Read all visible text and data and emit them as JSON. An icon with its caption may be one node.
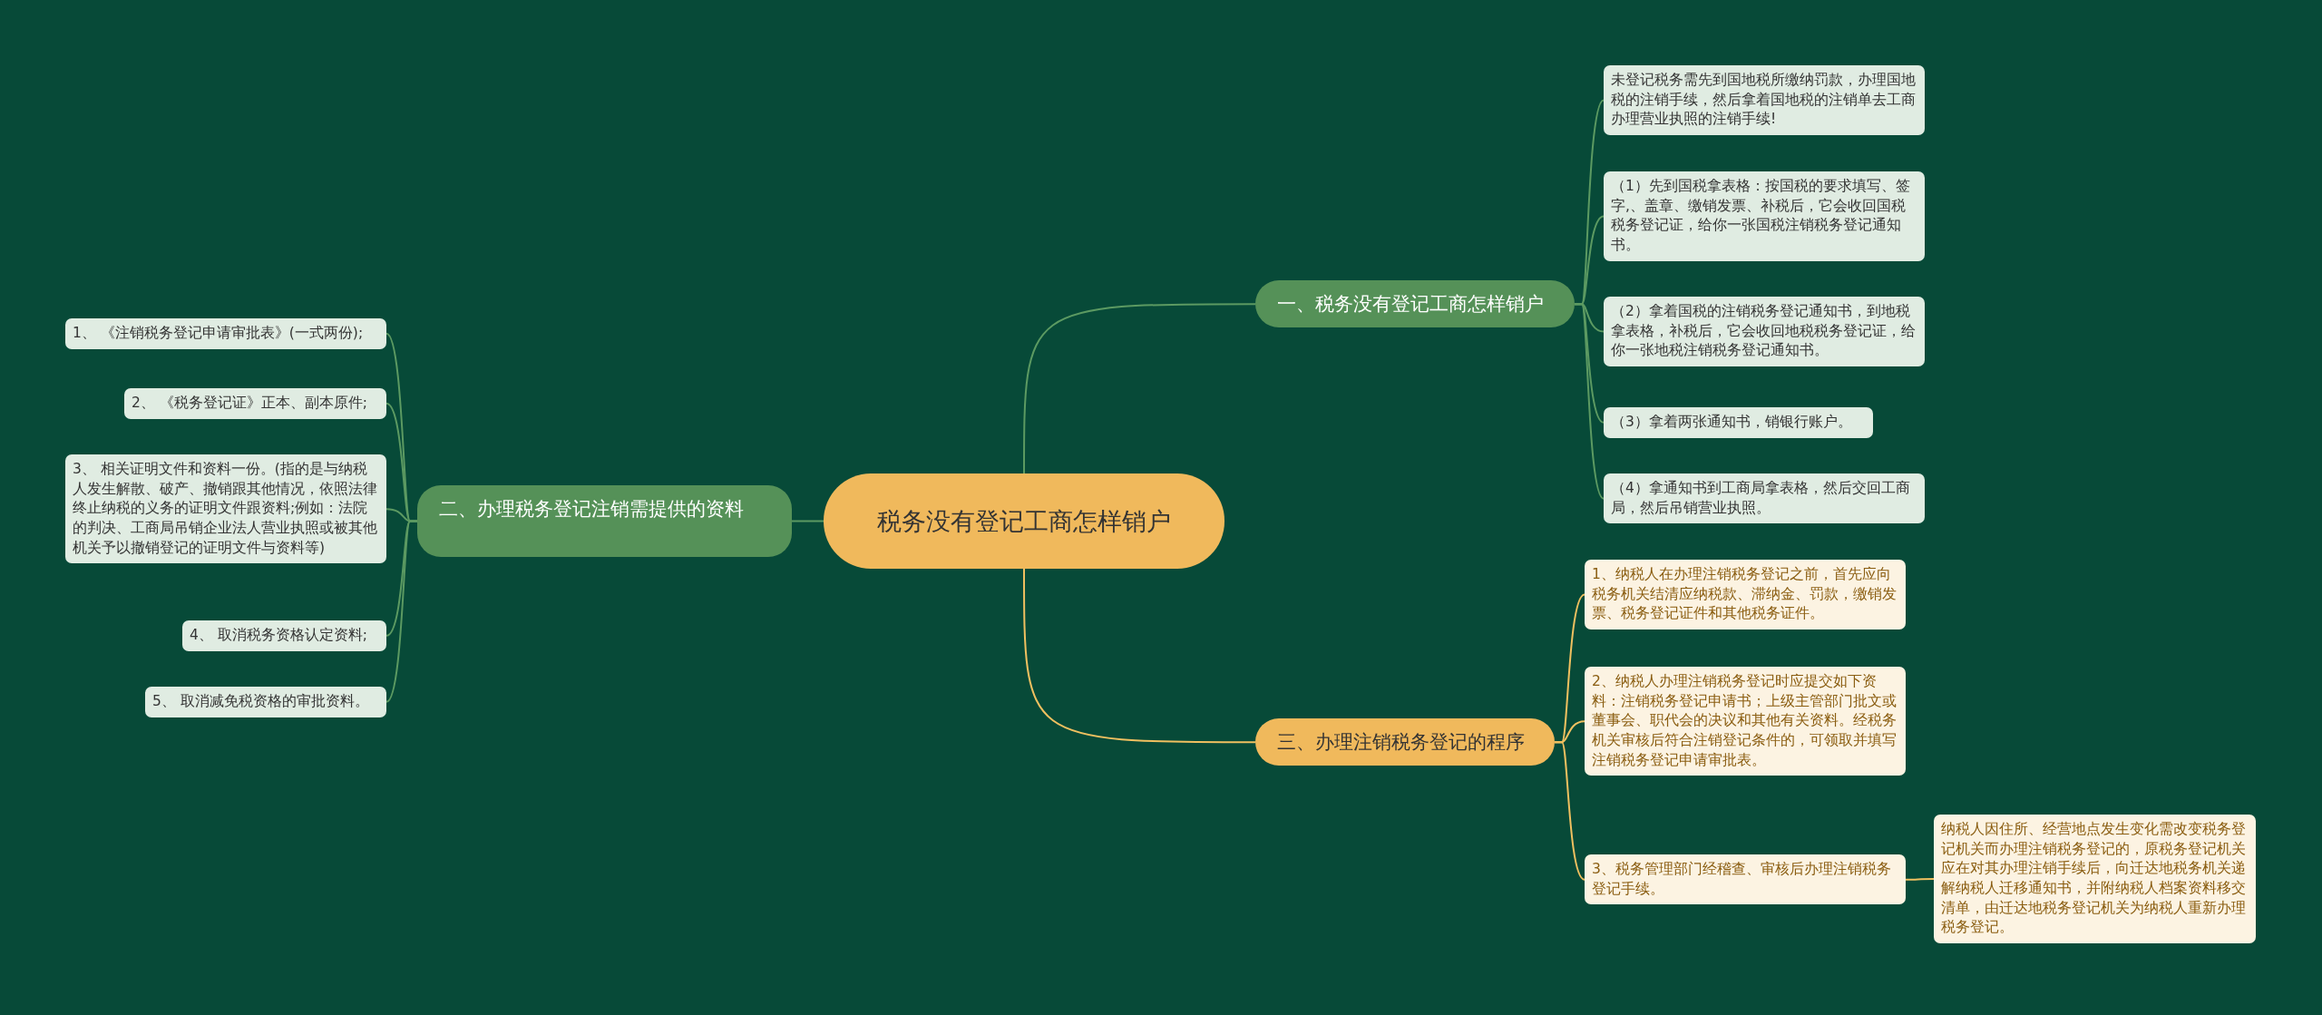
{
  "diagram": {
    "nodes": [
      {
        "text": [
          "税务没有登记工商怎样销户"
        ]
      },
      {
        "text": [
          "一、税务没有登记工商怎样销户"
        ]
      },
      {
        "text": [
          "未登记税务需先到国地税所缴纳罚款，办理国地税的注销手续，然后拿着国地税的注销单去工商办理营业执照的注销手续!"
        ]
      },
      {
        "text": [
          "（1）先到国税拿表格：按国税的要求填写、签字,、盖章、缴销发票、补税后，它会收回国税税务登记证，给你一张国税注销税务登记通知书。"
        ]
      },
      {
        "text": [
          "（2）拿着国税的注销税务登记通知书，到地税拿表格，补税后，它会收回地税税务登记证，给你一张地税注销税务登记通知书。"
        ]
      },
      {
        "text": [
          "（3）拿着两张通知书，销银行账户。"
        ]
      },
      {
        "text": [
          "（4）拿通知书到工商局拿表格，然后交回工商局，然后吊销营业执照。"
        ]
      },
      {
        "text": [
          "二、办理税务登记注销需提供的资料"
        ]
      },
      {
        "text": [
          "1、 《注销税务登记申请审批表》(一式两份);"
        ]
      },
      {
        "text": [
          "2、 《税务登记证》正本、副本原件;"
        ]
      },
      {
        "text": [
          "3、 相关证明文件和资料一份。(指的是与纳税人发生解散、破产、撤销跟其他情况，依照法律终止纳税的义务的证明文件跟资料;例如：法院的判决、工商局吊销企业法人营业执照或被其他机关予以撤销登记的证明文件与资料等)"
        ]
      },
      {
        "text": [
          "4、 取消税务资格认定资料;"
        ]
      },
      {
        "text": [
          "5、 取消减免税资格的审批资料。"
        ]
      },
      {
        "text": [
          "三、办理注销税务登记的程序"
        ]
      },
      {
        "text": [
          "1、纳税人在办理注销税务登记之前，首先应向税务机关结清应纳税款、滞纳金、罚款，缴销发票、税务登记证件和其他税务证件。"
        ]
      },
      {
        "text": [
          "2、纳税人办理注销税务登记时应提交如下资料：注销税务登记申请书；上级主管部门批文或董事会、职代会的决议和其他有关资料。经税务机关审核后符合注销登记条件的，可领取并填写注销税务登记申请审批表。"
        ]
      },
      {
        "text": [
          "3、税务管理部门经稽查、审核后办理注销税务登记手续。"
        ]
      },
      {
        "text": [
          "纳税人因住所、经营地点发生变化需改变税务登记机关而办理注销税务登记的，原税务登记机关应在对其办理注销手续后，向迁达地税务机关递解纳税人迁移通知书，并附纳税人档案资料移交清单，由迁达地税务登记机关为纳税人重新办理税务登记。"
        ]
      }
    ],
    "edges": [
      {
        "from": 0,
        "to": 1,
        "arrow": "none"
      },
      {
        "from": 1,
        "to": 2,
        "arrow": "none"
      },
      {
        "from": 1,
        "to": 3,
        "arrow": "none"
      },
      {
        "from": 1,
        "to": 4,
        "arrow": "none"
      },
      {
        "from": 1,
        "to": 5,
        "arrow": "none"
      },
      {
        "from": 1,
        "to": 6,
        "arrow": "none"
      },
      {
        "from": 0,
        "to": 7,
        "arrow": "none"
      },
      {
        "from": 7,
        "to": 8,
        "arrow": "none"
      },
      {
        "from": 7,
        "to": 9,
        "arrow": "none"
      },
      {
        "from": 7,
        "to": 10,
        "arrow": "none"
      },
      {
        "from": 7,
        "to": 11,
        "arrow": "none"
      },
      {
        "from": 7,
        "to": 12,
        "arrow": "none"
      },
      {
        "from": 0,
        "to": 13,
        "arrow": "none",
        "color": "#f0c060"
      },
      {
        "from": 13,
        "to": 14,
        "arrow": "none",
        "color": "#f0c060"
      },
      {
        "from": 13,
        "to": 15,
        "arrow": "none",
        "color": "#f0c060"
      },
      {
        "from": 13,
        "to": 16,
        "arrow": "none",
        "color": "#f0c060"
      },
      {
        "from": 16,
        "to": 17,
        "arrow": "none",
        "color": "#f0c060"
      }
    ]
  }
}
